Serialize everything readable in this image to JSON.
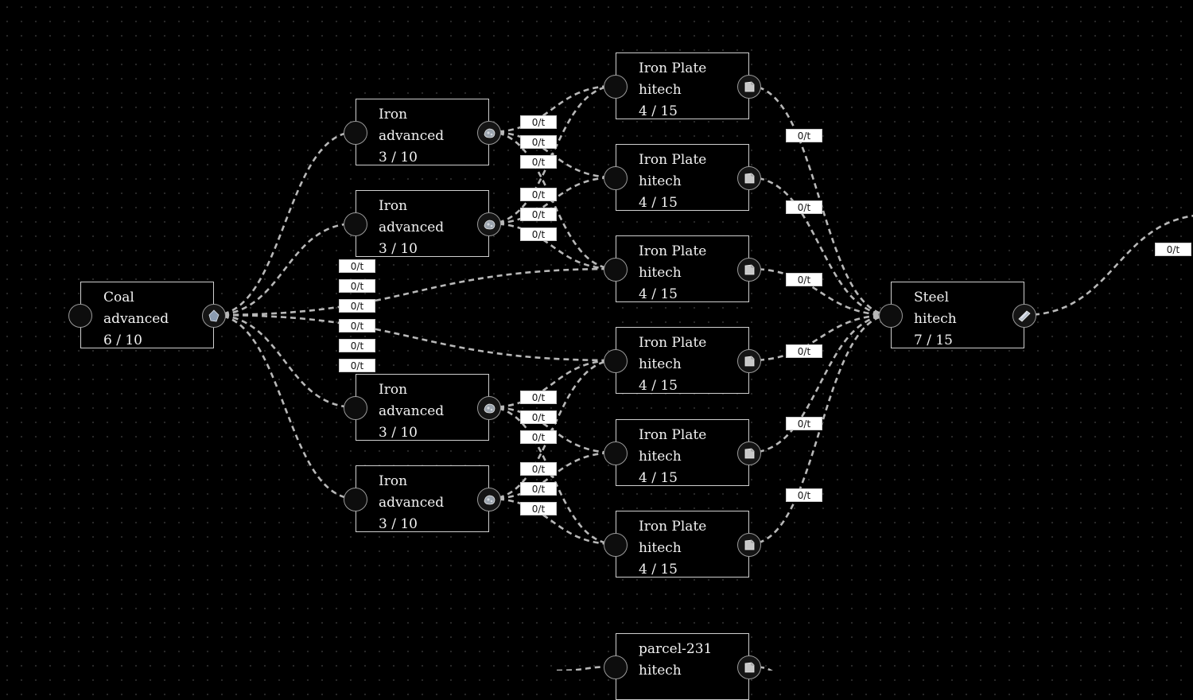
{
  "graph": {
    "nodes": [
      {
        "id": "coal",
        "lines": [
          "Coal",
          "advanced",
          "6 / 10"
        ],
        "icon": "coal-icon"
      },
      {
        "id": "iron1",
        "lines": [
          "Iron",
          "advanced",
          "3 / 10"
        ],
        "icon": "iron-ore-icon"
      },
      {
        "id": "iron2",
        "lines": [
          "Iron",
          "advanced",
          "3 / 10"
        ],
        "icon": "iron-ore-icon"
      },
      {
        "id": "iron3",
        "lines": [
          "Iron",
          "advanced",
          "3 / 10"
        ],
        "icon": "iron-ore-icon"
      },
      {
        "id": "iron4",
        "lines": [
          "Iron",
          "advanced",
          "3 / 10"
        ],
        "icon": "iron-ore-icon"
      },
      {
        "id": "plate1",
        "lines": [
          "Iron Plate",
          "hitech",
          "4 / 15"
        ],
        "icon": "iron-plate-icon"
      },
      {
        "id": "plate2",
        "lines": [
          "Iron Plate",
          "hitech",
          "4 / 15"
        ],
        "icon": "iron-plate-icon"
      },
      {
        "id": "plate3",
        "lines": [
          "Iron Plate",
          "hitech",
          "4 / 15"
        ],
        "icon": "iron-plate-icon"
      },
      {
        "id": "plate4",
        "lines": [
          "Iron Plate",
          "hitech",
          "4 / 15"
        ],
        "icon": "iron-plate-icon"
      },
      {
        "id": "plate5",
        "lines": [
          "Iron Plate",
          "hitech",
          "4 / 15"
        ],
        "icon": "iron-plate-icon"
      },
      {
        "id": "plate6",
        "lines": [
          "Iron Plate",
          "hitech",
          "4 / 15"
        ],
        "icon": "iron-plate-icon"
      },
      {
        "id": "steel",
        "lines": [
          "Steel",
          "hitech",
          "7 / 15"
        ],
        "icon": "steel-beam-icon"
      },
      {
        "id": "parcel",
        "lines": [
          "parcel-231",
          "hitech"
        ],
        "icon": "iron-plate-icon"
      }
    ],
    "rate_label": "0/t",
    "colors": {
      "background": "#000000",
      "edge": "#b8b8b8",
      "node_border": "#cfcfcf",
      "label_bg": "#ffffff"
    }
  }
}
